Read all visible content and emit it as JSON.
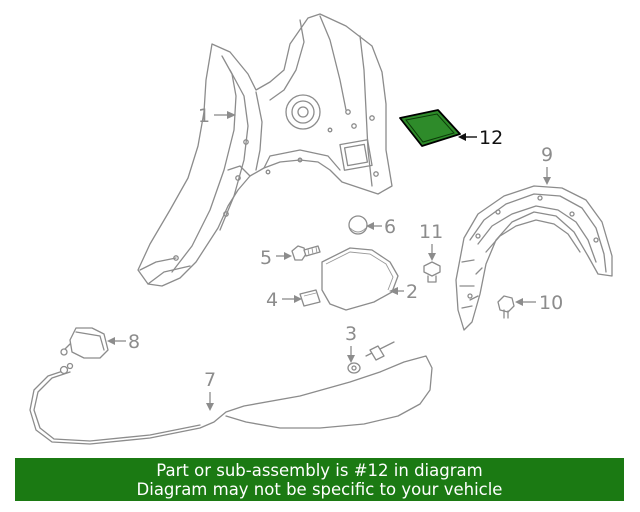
{
  "callouts": {
    "c1": "1",
    "c2": "2",
    "c3": "3",
    "c4": "4",
    "c5": "5",
    "c6": "6",
    "c7": "7",
    "c8": "8",
    "c9": "9",
    "c10": "10",
    "c11": "11",
    "c12": "12"
  },
  "highlight": {
    "part_number": "12",
    "color": "#2e8b2a",
    "stroke": "#000000"
  },
  "banner": {
    "line1": "Part or sub-assembly is #12 in diagram",
    "line2": "Diagram may not be specific to your vehicle",
    "background": "#1b7a13",
    "text_color": "#ffffff"
  }
}
